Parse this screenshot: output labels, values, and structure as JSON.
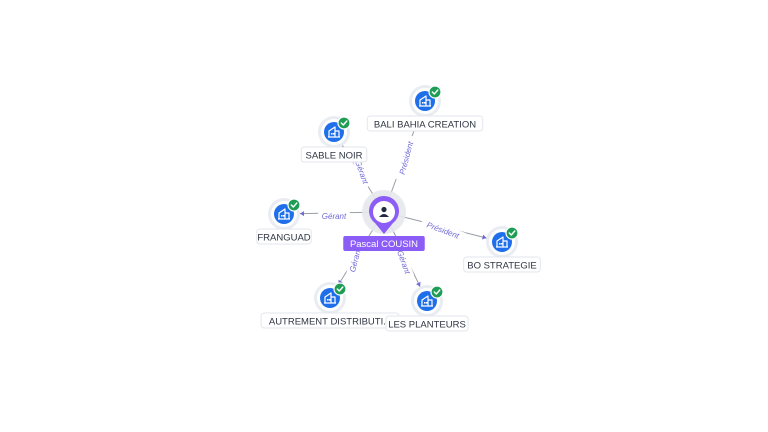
{
  "colors": {
    "person_pin": "#8b5cf6",
    "company_icon": "#1f6feb",
    "check_badge": "#1f9d55",
    "edge_label": "#6f6ad8"
  },
  "center": {
    "name": "Pascal COUSIN",
    "icon": "person-icon"
  },
  "nodes": [
    {
      "id": "bali",
      "name": "BALI BAHIA CREATION",
      "icon": "building-icon",
      "verified": true
    },
    {
      "id": "sable",
      "name": "SABLE NOIR",
      "icon": "building-icon",
      "verified": true
    },
    {
      "id": "franguad",
      "name": "FRANGUAD",
      "icon": "building-icon",
      "verified": true
    },
    {
      "id": "bo",
      "name": "BO STRATEGIE",
      "icon": "building-icon",
      "verified": true
    },
    {
      "id": "autrement",
      "name": "AUTREMENT DISTRIBUTI...",
      "icon": "building-icon",
      "verified": true
    },
    {
      "id": "planteurs",
      "name": "LES PLANTEURS",
      "icon": "building-icon",
      "verified": true
    }
  ],
  "edges": [
    {
      "to": "bali",
      "label": "Président"
    },
    {
      "to": "sable",
      "label": "Gérant"
    },
    {
      "to": "franguad",
      "label": "Gérant"
    },
    {
      "to": "bo",
      "label": "Président"
    },
    {
      "to": "autrement",
      "label": "Gérant"
    },
    {
      "to": "planteurs",
      "label": "Gérant"
    }
  ]
}
